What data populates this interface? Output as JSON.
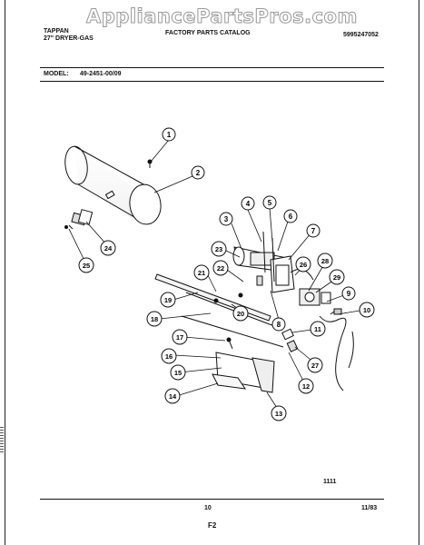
{
  "watermark": "AppliancePartsPros.com",
  "header": {
    "brand": "TAPPAN",
    "product": "27\" DRYER-GAS",
    "catalog_title": "FACTORY PARTS CATALOG",
    "catalog_number": "5995247052",
    "model_label": "MODEL:",
    "model_number": "49-2451-00/09"
  },
  "diagram": {
    "callouts": [
      "1",
      "2",
      "3",
      "4",
      "5",
      "6",
      "7",
      "8",
      "9",
      "10",
      "11",
      "12",
      "13",
      "14",
      "15",
      "16",
      "17",
      "18",
      "19",
      "20",
      "21",
      "22",
      "23",
      "24",
      "25",
      "26",
      "27",
      "28",
      "29"
    ]
  },
  "footer": {
    "figure_code": "1111",
    "page_number": "10",
    "section": "F2",
    "date": "11/83"
  }
}
